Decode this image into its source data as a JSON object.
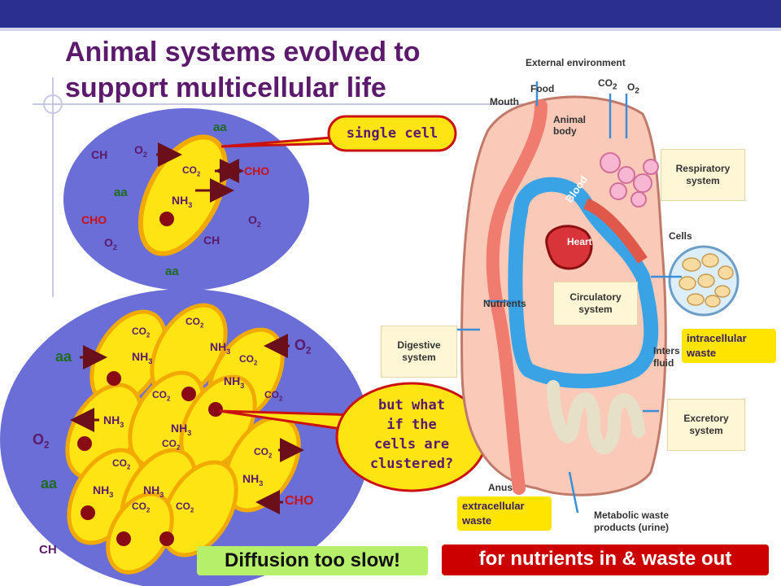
{
  "title_line1": "Animal systems evolved to",
  "title_line2": "support multicellular life",
  "single_cell_callout": "single cell",
  "cluster_callout": [
    "but what",
    "if the",
    "cells are",
    "clustered?"
  ],
  "diffusion_badge": "Diffusion too slow!",
  "nutrients_badge": "for nutrients in & waste out",
  "intracellular_note": [
    "intracellular",
    "waste"
  ],
  "extracellular_note": [
    "extracellular",
    "waste"
  ],
  "diagram": {
    "external_environment": "External environment",
    "food": "Food",
    "co2": "CO",
    "o2": "O",
    "mouth": "Mouth",
    "animal_body": [
      "Animal",
      "body"
    ],
    "blood": "Blood",
    "heart": "Heart",
    "respiratory_system": [
      "Respiratory",
      "system"
    ],
    "cells": "Cells",
    "circulatory_system": [
      "Circulatory",
      "system"
    ],
    "nutrients": "Nutrients",
    "digestive_system": [
      "Digestive",
      "system"
    ],
    "interstitial_fluid": [
      "Inters",
      "fluid"
    ],
    "excretory_system": [
      "Excretory",
      "system"
    ],
    "anus": "Anus",
    "metabolic_waste": [
      "Metabolic waste",
      "products (urine)"
    ]
  },
  "molecules": {
    "aa": "aa",
    "ch": "CH",
    "cho": "CHO",
    "o": "O",
    "co": "CO",
    "nh": "NH",
    "sub2": "2",
    "sub3": "3"
  },
  "colors": {
    "topbar": "#2b2f8f",
    "title": "#5b1a6b",
    "medium": "#6a6ed6",
    "cell_fill": "#ffe414",
    "cell_edge": "#f2a900",
    "callout_fill": "#ffe414",
    "callout_edge": "#cc1111",
    "diffusion_bg": "#b6ef6a",
    "nutrients_bg": "#cc0000",
    "label_red": "#cc1111",
    "label_purple": "#5b1a6b",
    "label_green": "#1f6b1f"
  }
}
